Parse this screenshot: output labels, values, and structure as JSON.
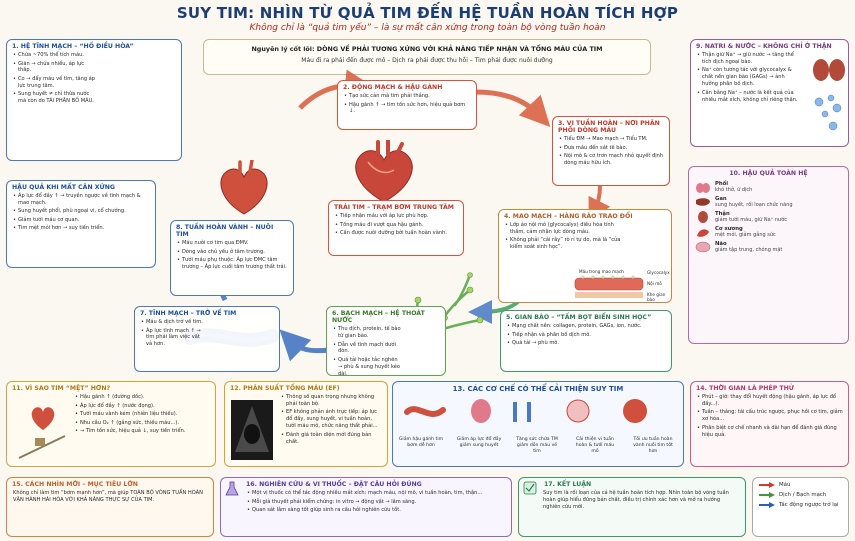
{
  "header": {
    "title": "SUY TIM: NHÌN TỪ QUẢ TIM ĐẾN HỆ TUẦN HOÀN TÍCH HỢP",
    "subtitle": "Không chỉ là “quả tim yếu” – là sự mất cân xứng trong toàn bộ vòng tuần hoàn"
  },
  "principle": {
    "line1": "Nguyên lý cốt lõi: DÒNG VỀ PHẢI TƯƠNG XỨNG VỚI KHẢ NĂNG TIẾP NHẬN VÀ TỐNG MÁU CỦA TIM",
    "line2": "Máu đi ra phải đến được mô – Dịch ra phải được thu hồi – Tim phải được nuôi dưỡng"
  },
  "box1": {
    "title": "1. HỆ TĨNH MẠCH – “HỒ ĐIỀU HÒA”",
    "items": [
      "Chứa ~70% thể tích máu.",
      "Giãn → chứa nhiều, áp lực thấp.",
      "Co → đẩy máu về tim, tăng áp lực trung tâm.",
      "Sung huyết ≠ chỉ thừa nước mà còn do TÁI PHÂN BỐ MÁU."
    ]
  },
  "box2": {
    "title": "2. ĐỘNG MẠCH & HẬU GÁNH",
    "items": [
      "Tạo sức cản mà tim phải thắng.",
      "Hậu gánh ↑ → tim tốn sức hơn, hiệu quả bơm ↓."
    ]
  },
  "box3": {
    "title": "3. VI TUẦN HOÀN – NƠI PHÂN PHỐI DÒNG MÁU",
    "items": [
      "Tiểu ĐM → Mao mạch → Tiểu TM.",
      "Đưa máu đến sát tế bào.",
      "Nội mô & cơ trơn mạch nhỏ quyết định dòng máu hữu ích."
    ]
  },
  "box4": {
    "title": "4. MAO MẠCH – HÀNG RÀO TRAO ĐỔI",
    "items": [
      "Lớp áo nội mô (glycocalyx) điều hòa tính thấm, cảm nhận lực dòng máu.",
      "Không phải “cái rây” rò rỉ tự do, mà là “cửa kiểm soát sinh học”."
    ],
    "labels": [
      "Máu trong mao mạch",
      "Glycocalyx",
      "Nội mô",
      "Khe gian bào"
    ]
  },
  "box5": {
    "title": "5. GIAN BÀO – “TẤM BỌT BIỂN SINH HỌC”",
    "items": [
      "Mạng chất nền: collagen, protein, GAGs, ion, nước.",
      "Tiếp nhận và phân bố dịch mô.",
      "Quá tải → phù mô."
    ]
  },
  "box6": {
    "title": "6. BẠCH MẠCH – HỆ THOÁT NƯỚC",
    "items": [
      "Thu dịch, protein, tế bào từ gian bào.",
      "Dẫn về tĩnh mạch dưới đòn.",
      "Quá tải hoặc tắc nghẽn → phù & sung huyết kéo dài."
    ]
  },
  "box7": {
    "title": "7. TĨNH MẠCH – TRỞ VỀ TIM",
    "items": [
      "Máu & dịch trở về tim.",
      "Áp lực tĩnh mạch ↑ → tim phải làm việc vất vả hơn."
    ]
  },
  "box8": {
    "title": "8. TUẦN HOÀN VÀNH – NUÔI TIM",
    "items": [
      "Máu nuôi cơ tim qua ĐMV.",
      "Dòng vào chủ yếu ở tâm trương.",
      "Tưới máu phụ thuộc: Áp lực ĐMC tâm trương – Áp lực cuối tâm trương thất trái."
    ]
  },
  "box9": {
    "title": "9. NATRI & NƯỚC – KHÔNG CHỈ Ở THẬN",
    "items": [
      "Thận giữ Na⁺ → giữ nước → tăng thể tích dịch ngoại bào.",
      "Na⁺ còn tương tác với glycocalyx & chất nền gian bào (GAGs) → ảnh hưởng phân bố dịch.",
      "Cân bằng Na⁺ – nước là kết quả của nhiều mắt xích, không chỉ riêng thận."
    ]
  },
  "box10": {
    "title": "10. HẬU QUẢ TOÀN HỆ",
    "organs": [
      {
        "name": "Phổi",
        "desc": "khó thở, ứ dịch"
      },
      {
        "name": "Gan",
        "desc": "sung huyết, rối loạn chức năng"
      },
      {
        "name": "Thận",
        "desc": "giảm tưới máu, giữ Na⁺ nước"
      },
      {
        "name": "Cơ xương",
        "desc": "mệt mỏi, giảm gắng sức"
      },
      {
        "name": "Não",
        "desc": "giảm tập trung, chóng mặt"
      }
    ]
  },
  "box11": {
    "title": "11. VÌ SAO TIM “MỆT” HƠN?",
    "items": [
      "Hậu gánh ↑ (đường dốc).",
      "Áp lực đổ đầy ↑ (nước đọng).",
      "Tưới máu vành kém (nhiên liệu thiếu).",
      "Nhu cầu O₂ ↑ (gắng sức, thiếu máu...).",
      "→ Tim tốn sức, hiệu quả ↓, suy tiến triển."
    ]
  },
  "box12": {
    "title": "12. PHÂN SUẤT TỐNG MÁU (EF)",
    "items": [
      "Thông số quan trọng nhưng không phải toàn bộ.",
      "EF không phản ánh trực tiếp: áp lực đổ đầy, sung huyết, vi tuần hoàn, tưới máu mô, chức năng thất phải...",
      "Đánh giá toàn diện mới đúng bản chất."
    ]
  },
  "box13": {
    "title": "13. CÁC CƠ CHẾ CÓ THỂ CẢI THIỆN SUY TIM",
    "mechanisms": [
      "Giảm hậu gánh tim bơm dễ hơn",
      "Giảm áp lực đổ đầy giảm sung huyết",
      "Tăng sức chứa TM giảm dồn máu về tim",
      "Cải thiện vi tuần hoàn & tưới máu mô",
      "Tối ưu tuần hoàn vành nuôi tim tốt hơn"
    ]
  },
  "box14": {
    "title": "14. THỜI GIAN LÀ PHÉP THỬ",
    "items": [
      "Phút – giờ: thay đổi huyết động (hậu gánh, áp lực đổ đầy...).",
      "Tuần – tháng: tái cấu trúc ngược, phục hồi cơ tim, giảm xơ hóa...",
      "Phân biệt cơ chế nhanh và dài hạn để đánh giá đúng hiệu quả."
    ]
  },
  "box15": {
    "title": "15. CÁCH NHÌN MỚI – MỤC TIÊU LỚN",
    "text": "Không chỉ làm tim “bơm mạnh hơn”, mà giúp TOÀN BỘ VÒNG TUẦN HOÀN VẬN HÀNH HÀI HÒA VỚI KHẢ NĂNG THỰC SỰ CỦA TIM."
  },
  "box16": {
    "title": "16. NGHIÊN CỨU & VI THUỐC – ĐẶT CÂU HỎI ĐÚNG",
    "items": [
      "Một vị thuốc có thể tác động nhiều mắt xích: mạch máu, nội mô, vi tuần hoàn, tim, thận...",
      "Mỗi giả thuyết phải kiểm chứng: in vitro → động vật → lâm sàng.",
      "Quan sát lâm sàng tốt giúp sinh ra câu hỏi nghiên cứu tốt."
    ]
  },
  "box17": {
    "title": "17. KẾT LUẬN",
    "text": "Suy tim là rối loạn của cả hệ tuần hoàn tích hợp. Nhìn toàn bộ vòng tuần hoàn giúp hiểu đúng bản chất, điều trị chính xác hơn và mở ra hướng nghiên cứu mới."
  },
  "left_box": {
    "title": "HẬU QUẢ KHI MẤT CÂN XỨNG",
    "items": [
      "Áp lực đổ đầy ↑ → truyền ngược về tĩnh mạch & mao mạch.",
      "Sung huyết phổi, phù ngoại vi, cổ chướng.",
      "Giảm tưới máu cơ quan.",
      "Tim mệt mỏi hơn → suy tiến triển."
    ]
  },
  "center_box": {
    "title": "TRÁI TIM – TRẠM BƠM TRUNG TÂM",
    "items": [
      "Tiếp nhận máu với áp lực phù hợp.",
      "Tống máu đi vượt qua hậu gánh.",
      "Cần được nuôi dưỡng bởi tuần hoàn vành."
    ]
  },
  "legend": {
    "items": [
      {
        "label": "Máu",
        "color": "#d03a2c"
      },
      {
        "label": "Dịch / Bạch mạch",
        "color": "#3f9a3c"
      },
      {
        "label": "Tác động ngược trở lại",
        "color": "#2f5fb0"
      }
    ]
  }
}
